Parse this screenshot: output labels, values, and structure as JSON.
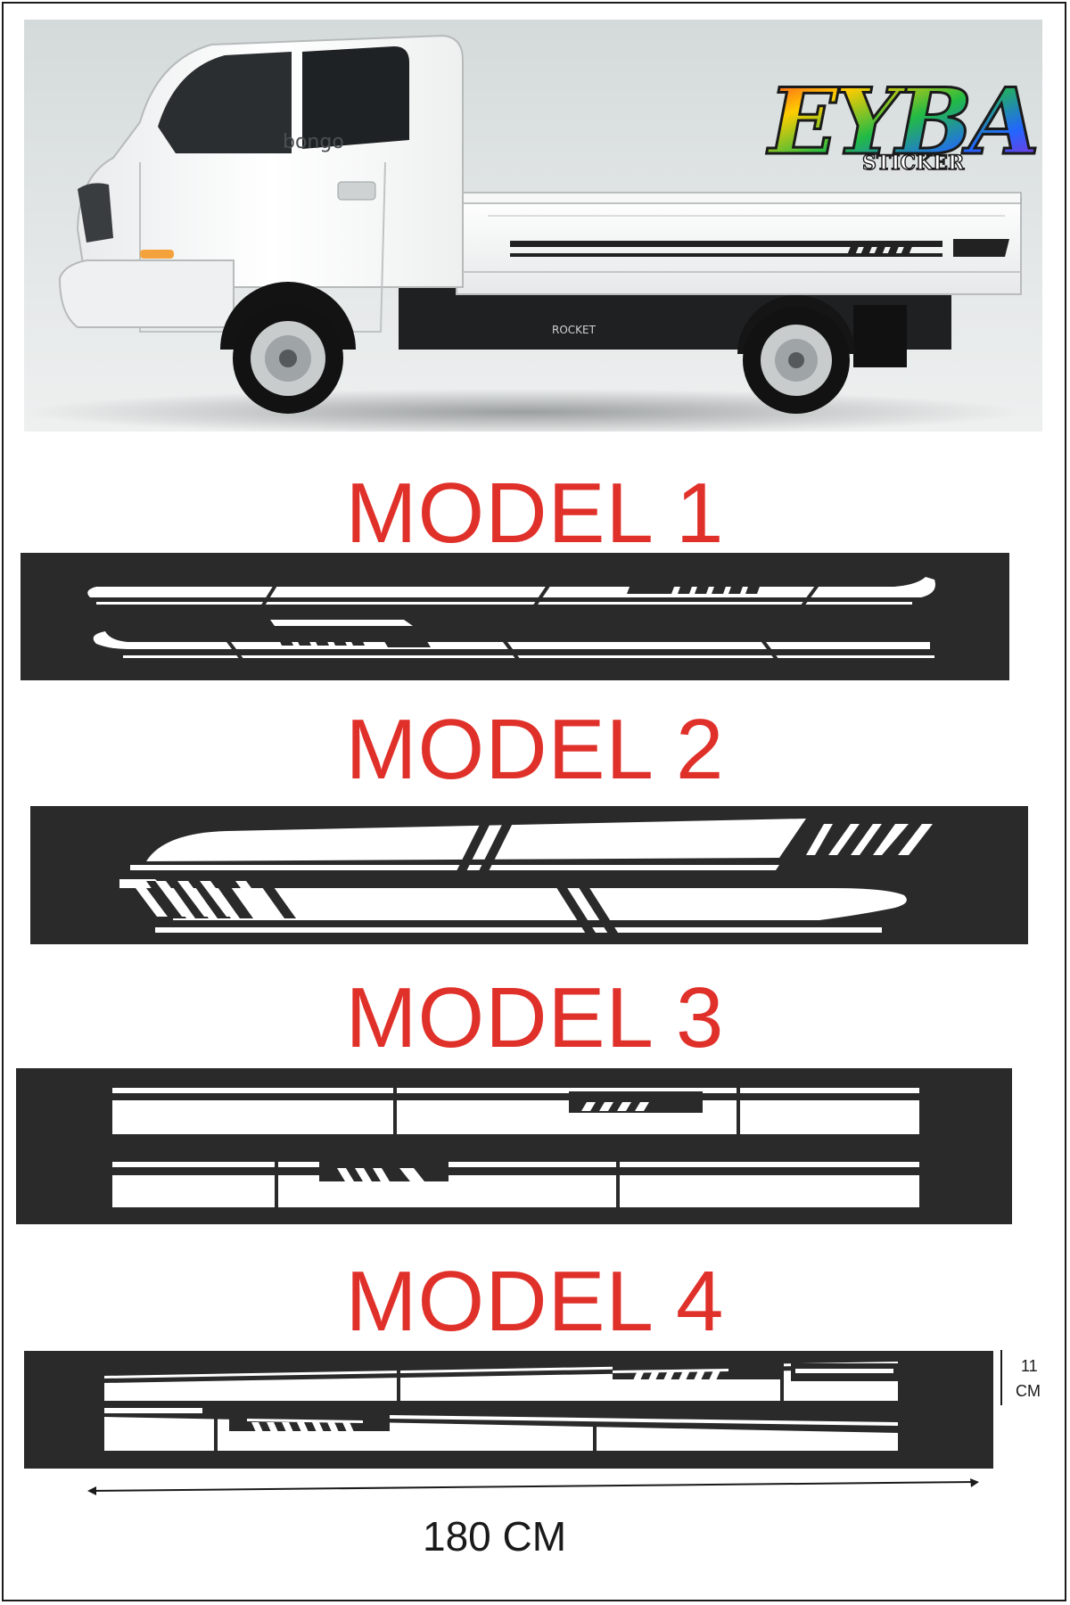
{
  "colors": {
    "title_red": "#e0302a",
    "panel_dark": "#2a2a2a",
    "stripe_white": "#ffffff",
    "truck_white": "#f4f5f5",
    "background_photo": "#dfe3e3"
  },
  "logo": {
    "brand": "EYBA",
    "sub": "STICKER"
  },
  "truck": {
    "badge": "bongo",
    "emblem": "ROCKET"
  },
  "models": [
    {
      "title": "MODEL 1"
    },
    {
      "title": "MODEL 2"
    },
    {
      "title": "MODEL 3"
    },
    {
      "title": "MODEL 4"
    }
  ],
  "dimensions": {
    "height_value": "11",
    "height_unit": "CM",
    "width_label": "180 CM"
  }
}
